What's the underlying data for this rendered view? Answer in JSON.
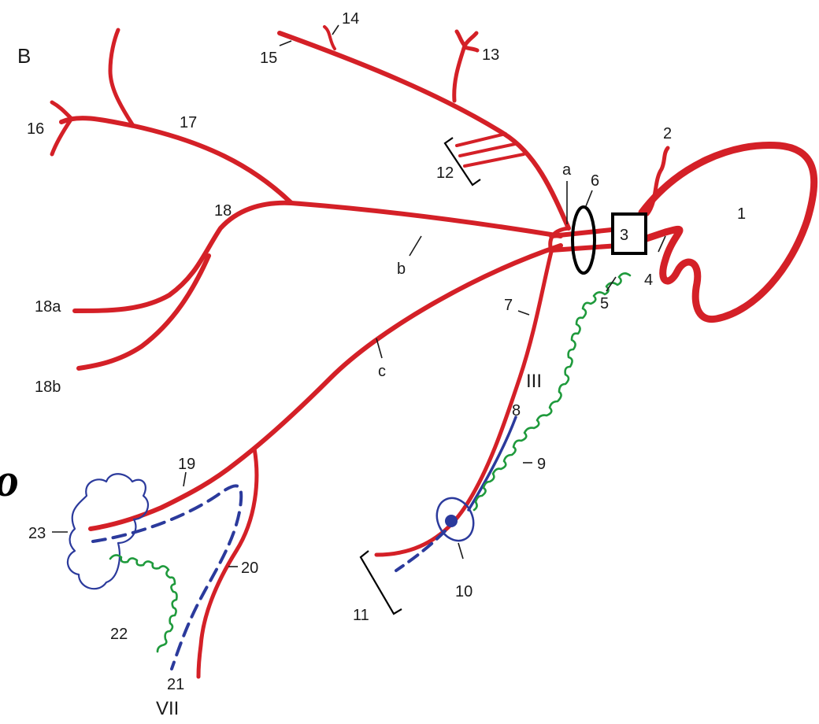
{
  "panel_label": "B",
  "stray_glyph": "o",
  "colors": {
    "artery": "#d42027",
    "nerve_blue": "#2b3a9c",
    "nerve_green": "#1f9a3c",
    "ink": "#1a1a1a"
  },
  "labels": {
    "l1": "1",
    "l2": "2",
    "l3": "3",
    "l4": "4",
    "l5": "5",
    "l6": "6",
    "l7": "7",
    "l8": "8",
    "l9": "9",
    "l10": "10",
    "l11": "11",
    "l12": "12",
    "l13": "13",
    "l14": "14",
    "l15": "15",
    "l16": "16",
    "l17": "17",
    "l18": "18",
    "l18a": "18a",
    "l18b": "18b",
    "l19": "19",
    "l20": "20",
    "l21": "21",
    "l22": "22",
    "l23": "23",
    "la": "a",
    "lb": "b",
    "lc": "c",
    "lIII": "III",
    "lVII": "VII"
  }
}
